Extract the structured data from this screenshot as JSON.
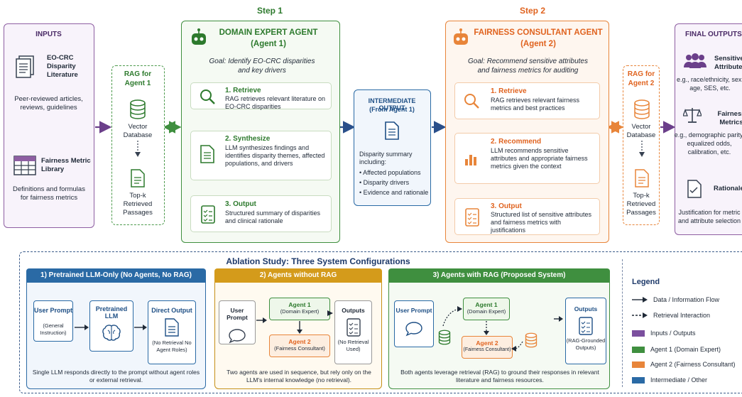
{
  "steps": {
    "step1": "Step 1",
    "step2": "Step 2"
  },
  "inputs": {
    "title": "INPUTS",
    "literature": {
      "title": "EO-CRC Disparity Literature",
      "desc": "Peer-reviewed articles, reviews, guidelines"
    },
    "library": {
      "title": "Fairness Metric Library",
      "desc": "Definitions and formulas for fairness metrics"
    }
  },
  "rag1": {
    "title": "RAG for Agent 1",
    "db": "Vector Database",
    "passages": "Top-k Retrieved Passages"
  },
  "rag2": {
    "title": "RAG for Agent 2",
    "db": "Vector Database",
    "passages": "Top-k Retrieved Passages"
  },
  "agent1": {
    "title": "DOMAIN EXPERT AGENT",
    "subtitle": "(Agent 1)",
    "goal": "Goal: Identify EO-CRC disparities and key drivers",
    "steps": [
      {
        "title": "1. Retrieve",
        "desc": "RAG retrieves relevant literature on EO-CRC disparities"
      },
      {
        "title": "2. Synthesize",
        "desc": "LLM synthesizes findings and identifies disparity themes, affected populations, and drivers"
      },
      {
        "title": "3. Output",
        "desc": "Structured summary of disparities and clinical rationale"
      }
    ]
  },
  "intermediate": {
    "title": "INTERMEDIATE OUTPUT",
    "subtitle": "(From Agent 1)",
    "desc": "Disparity summary including:",
    "items": [
      "• Affected populations",
      "• Disparity drivers",
      "• Evidence and rationale"
    ]
  },
  "agent2": {
    "title": "FAIRNESS CONSULTANT AGENT",
    "subtitle": "(Agent 2)",
    "goal": "Goal: Recommend sensitive attributes and fairness metrics for auditing",
    "steps": [
      {
        "title": "1. Retrieve",
        "desc": "RAG retrieves relevant fairness metrics and best practices"
      },
      {
        "title": "2. Recommend",
        "desc": "LLM recommends sensitive attributes and appropriate fairness metrics given the context"
      },
      {
        "title": "3. Output",
        "desc": "Structured list of sensitive attributes and fairness metrics with justifications"
      }
    ]
  },
  "final": {
    "title": "FINAL OUTPUTS",
    "items": [
      {
        "title": "Sensitive Attributes",
        "desc": "e.g., race/ethnicity, sex, age, SES, etc."
      },
      {
        "title": "Fairness Metrics",
        "desc": "e.g., demographic parity, equalized odds, calibration, etc."
      },
      {
        "title": "Rationale",
        "desc": "Justification for metric and attribute selection"
      }
    ]
  },
  "ablation": {
    "title": "Ablation Study: Three System Configurations",
    "c1": {
      "header": "1) Pretrained LLM-Only (No Agents, No RAG)",
      "prompt_title": "User Prompt",
      "prompt_sub": "(General Instruction)",
      "llm": "Pretrained LLM",
      "out_title": "Direct Output",
      "out_sub": "(No Retrieval No Agent Roles)",
      "caption": "Single LLM responds directly to the prompt without agent roles or external retrieval."
    },
    "c2": {
      "header": "2) Agents without RAG",
      "prompt": "User Prompt",
      "a1": "Agent 1",
      "a1_sub": "(Domain Expert)",
      "a2": "Agent 2",
      "a2_sub": "(Fairness Consultant)",
      "out": "Outputs",
      "out_sub": "(No Retrieval Used)",
      "caption": "Two agents are used in sequence, but rely only on the LLM's internal knowledge (no retrieval)."
    },
    "c3": {
      "header": "3) Agents with RAG (Proposed System)",
      "prompt": "User Prompt",
      "a1": "Agent 1",
      "a1_sub": "(Domain Expert)",
      "a2": "Agent 2",
      "a2_sub": "(Fairness Consultant)",
      "out": "Outputs",
      "out_sub": "(RAG-Grounded Outputs)",
      "caption": "Both agents leverage retrieval (RAG) to ground their responses in relevant literature and fairness resources."
    }
  },
  "legend": {
    "title": "Legend",
    "items": [
      "Data / Information Flow",
      "Retrieval Interaction",
      "Inputs / Outputs",
      "Agent 1 (Domain Expert)",
      "Agent 2 (Fairness Consultant)",
      "Intermediate / Other"
    ],
    "colors": [
      "#7b4f9e",
      "#3f8f3f",
      "#e8853a",
      "#2a6aa5"
    ]
  }
}
